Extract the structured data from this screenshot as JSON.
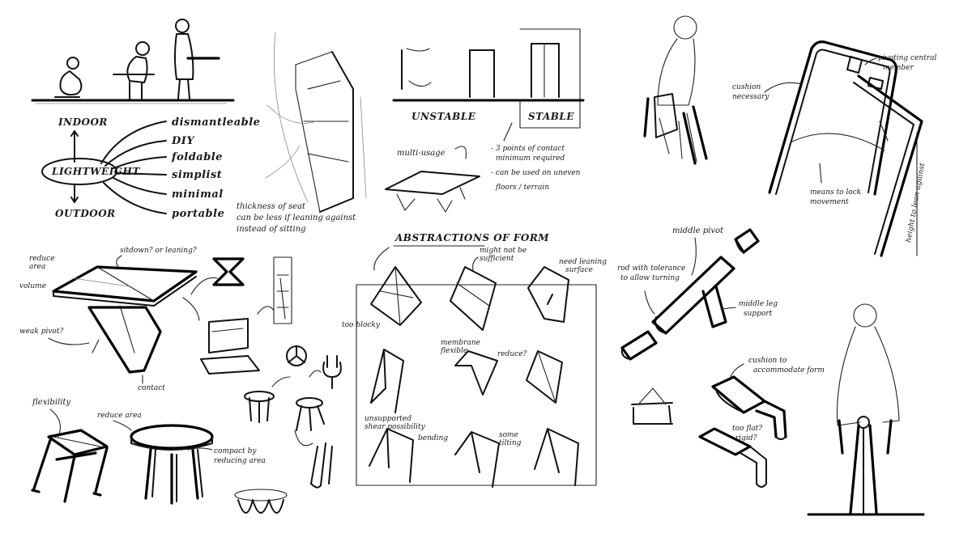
{
  "mindmap": {
    "center": "LIGHTWEIGHT",
    "up": "INDOOR",
    "down": "OUTDOOR",
    "branches": [
      "dismantleable",
      "DIY",
      "foldable",
      "simplist",
      "minimal",
      "portable"
    ]
  },
  "seat_note": [
    "thickness of seat",
    "can be less if leaning against",
    "instead of sitting"
  ],
  "stability": {
    "unstable": "UNSTABLE",
    "stable": "STABLE"
  },
  "multi_usage": "multi-usage",
  "contact_notes": [
    "- 3 points of contact",
    "minimum required",
    "- can be used on uneven",
    "floors / terrain"
  ],
  "pivot_chair": {
    "reduce_area": [
      "reduce",
      "area"
    ],
    "volume": "volume",
    "sitdown": "sitdown? or leaning?",
    "weak_pivot": "weak pivot?",
    "contact": "contact"
  },
  "abstractions": {
    "title": "ABSTRACTIONS OF FORM",
    "too_blocky": "too blocky",
    "membrane": [
      "membrane",
      "flexible"
    ],
    "not_sufficient": [
      "might not be",
      "sufficient"
    ],
    "need_leaning": [
      "need leaning",
      "surface"
    ],
    "reduce": "reduce?",
    "unsupported": [
      "unsupported",
      "shear possibility"
    ],
    "bending": "bending",
    "some_tilting": [
      "some",
      "tilting"
    ]
  },
  "stools": {
    "flexibility": "flexibility",
    "reduce_area": "reduce area",
    "compact": [
      "compact by",
      "reducing area"
    ]
  },
  "frame_sketch": {
    "cushion": [
      "cushion",
      "necessary"
    ],
    "pivoting": [
      "pivoting central",
      "member"
    ],
    "lock": [
      "means to lock",
      "movement"
    ],
    "height": "height to lean against"
  },
  "pivot_detail": {
    "middle_pivot": "middle pivot",
    "rod": [
      "rod with tolerance",
      "to allow turning"
    ],
    "middle_leg": [
      "middle leg",
      "support"
    ],
    "cushion_form": [
      "cushion to",
      "accommodate form"
    ],
    "too_flat": [
      "too flat?",
      "rigid?"
    ]
  }
}
